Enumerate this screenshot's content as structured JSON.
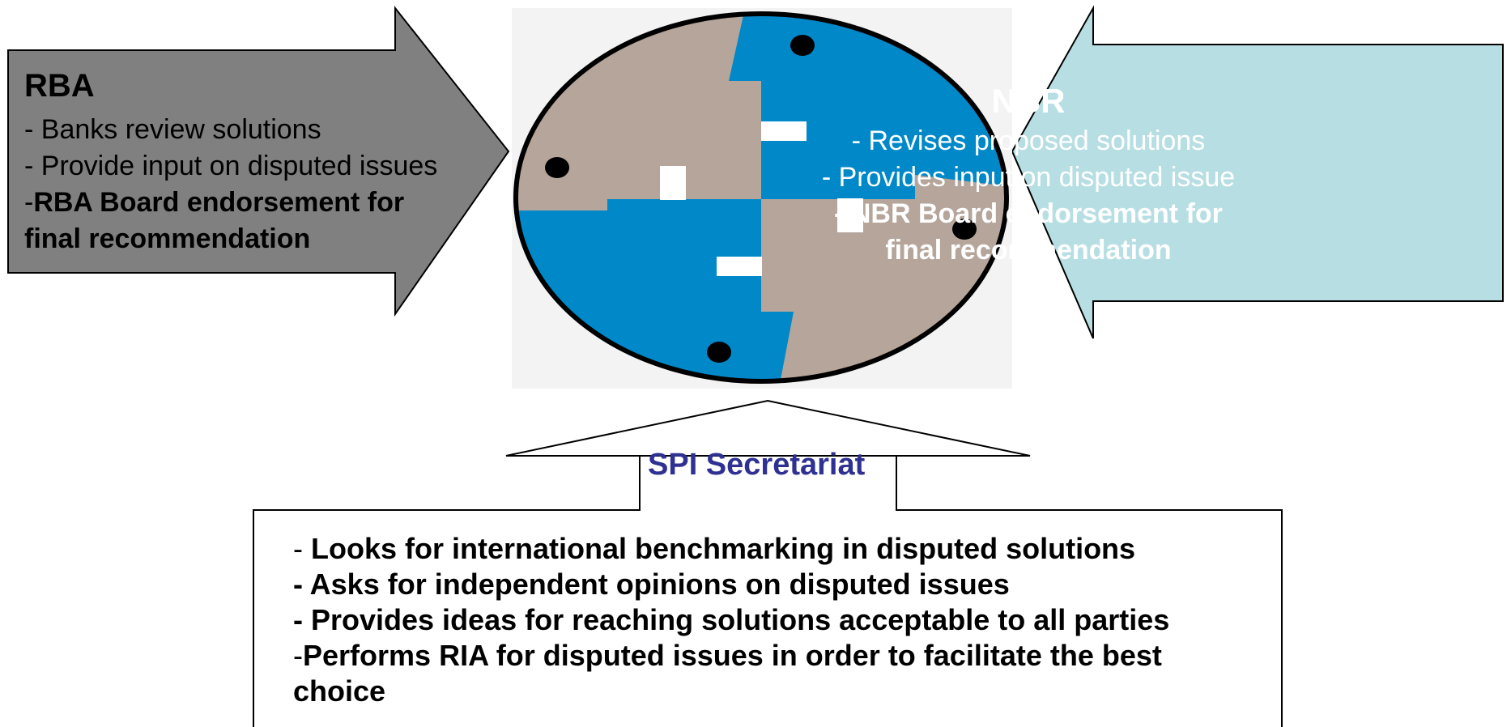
{
  "rba": {
    "title": "RBA",
    "line1": "- Banks review  solutions",
    "line2": "- Provide input on disputed issues",
    "line3_prefix": "-",
    "line3_bold": "RBA Board endorsement for",
    "line4": "final recommendation"
  },
  "nbr": {
    "title": "NBR",
    "line1": "- Revises proposed solutions",
    "line2": "- Provides input on disputed issue",
    "line3": "- NBR Board endorsement for",
    "line4": "final recommendation"
  },
  "spi": {
    "title": "SPI Secretariat",
    "line1_prefix": "- ",
    "line1": "Looks for international benchmarking in disputed solutions",
    "line2": "- Asks for independent opinions on disputed issues",
    "line3": "- Provides ideas for reaching solutions acceptable to all parties",
    "line4_prefix": "-",
    "line4": "Performs RIA for disputed issues in order to facilitate the best",
    "line5": "choice"
  },
  "colors": {
    "rba_arrow": "#808080",
    "nbr_arrow": "#b7dfe3",
    "emblem_blue": "#0088c8",
    "emblem_tan": "#b5a59a",
    "spi_title": "#2e3192"
  }
}
